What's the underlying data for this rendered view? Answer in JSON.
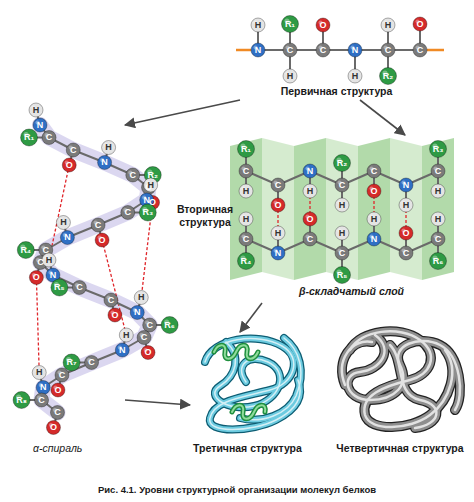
{
  "diagram": {
    "caption": "Рис. 4.1. Уровни структурной организации молекул белков",
    "nodes": [
      {
        "text": [
          "Первичная структура"
        ]
      },
      {
        "text": [
          "α-спираль"
        ]
      },
      {
        "text": [
          "β-складчатый слой"
        ]
      },
      {
        "text": [
          "Третичная структура"
        ]
      },
      {
        "text": [
          "Четвертичная структура"
        ]
      }
    ],
    "edges": [
      {
        "from": 0,
        "to": 1,
        "arrow": "to"
      },
      {
        "from": 0,
        "to": 2,
        "arrow": "to"
      },
      {
        "from": 2,
        "to": 3,
        "arrow": "to"
      },
      {
        "from": 1,
        "to": 3,
        "arrow": "to"
      }
    ],
    "labels": [
      "Вторичная структура",
      "N",
      "H",
      "C",
      "R₁",
      "H",
      "C",
      "O",
      "N",
      "H",
      "C",
      "H",
      "R₂",
      "C",
      "O",
      "N",
      "H",
      "C",
      "R₁",
      "C",
      "O",
      "N",
      "H",
      "C",
      "R₂",
      "C",
      "O",
      "N",
      "H",
      "C",
      "R₃",
      "C",
      "O",
      "N",
      "H",
      "C",
      "R₄",
      "C",
      "O",
      "N",
      "H",
      "C",
      "R₅",
      "C",
      "O",
      "N",
      "H",
      "C",
      "R₆",
      "C",
      "O",
      "N",
      "H",
      "C",
      "R₇",
      "C",
      "O",
      "N",
      "H",
      "C",
      "R₈",
      "C",
      "O",
      "C",
      "R₁",
      "H",
      "C",
      "O",
      "N",
      "H",
      "C",
      "R₂",
      "H",
      "C",
      "O",
      "N",
      "H",
      "C",
      "R₃",
      "H",
      "C",
      "R₄",
      "H",
      "N",
      "H",
      "C",
      "O",
      "C",
      "R₅",
      "H",
      "N",
      "H",
      "C",
      "O",
      "C",
      "R₆",
      "H"
    ]
  }
}
